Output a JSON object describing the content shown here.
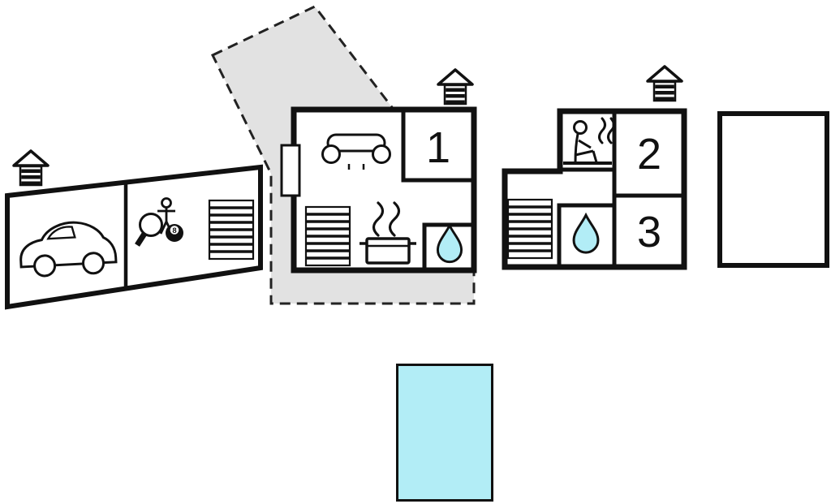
{
  "floor_plan": {
    "rooms": [
      {
        "name": "room-1",
        "label": "1"
      },
      {
        "name": "room-2",
        "label": "2"
      },
      {
        "name": "room-3",
        "label": "3"
      }
    ],
    "game_room": {
      "billiard_ball_label": "8"
    },
    "colors": {
      "wall": "#111111",
      "water": "#b2edf6",
      "terrace": "#e2e2e2",
      "background": "#ffffff"
    },
    "icons": [
      "chimney-icon",
      "car-icon",
      "table-football-player-icon",
      "table-tennis-paddle-icon",
      "billiard-ball-icon",
      "stairs-icon",
      "sofa-icon",
      "entrance-door",
      "steam-icon",
      "cooking-pot-icon",
      "water-drop-icon",
      "sauna-icon",
      "terrace-area",
      "swimming-pool"
    ]
  }
}
